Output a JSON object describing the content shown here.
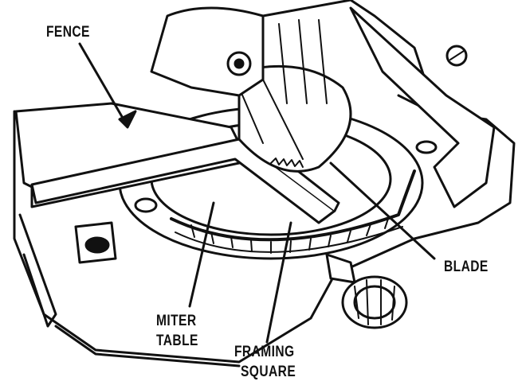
{
  "labels": {
    "fence": "FENCE",
    "blade": "BLADE",
    "miter_table_line1": "MITER",
    "miter_table_line2": "TABLE",
    "framing_square_line1": "FRAMING",
    "framing_square_line2": "SQUARE"
  },
  "colors": {
    "ink": "#111111",
    "paper": "#ffffff",
    "shade": "#d8d8d8"
  }
}
